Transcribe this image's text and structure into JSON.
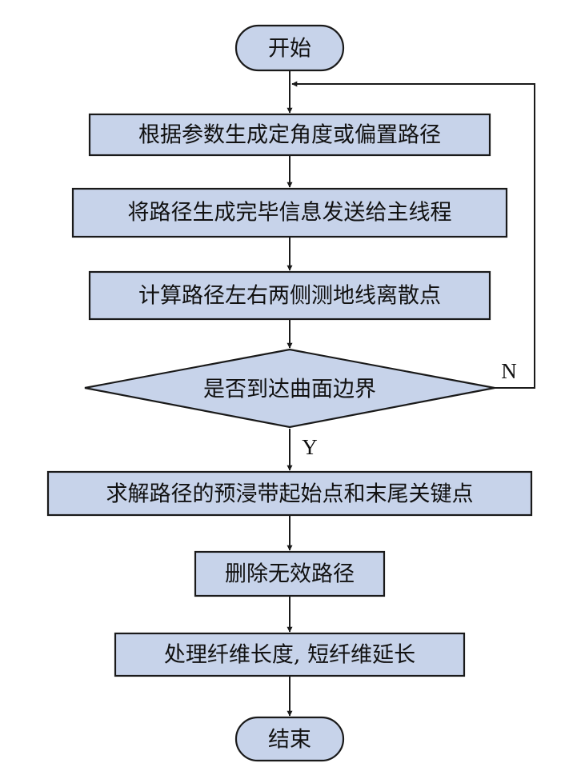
{
  "nodes": {
    "start": "开始",
    "step_generate_path": "根据参数生成定角度或偏置路径",
    "step_notify_main": "将路径生成完毕信息发送给主线程",
    "step_compute_points": "计算路径左右两侧测地线离散点",
    "decision_boundary": "是否到达曲面边界",
    "step_solve_keypoints": "求解路径的预浸带起始点和末尾关键点",
    "step_delete_invalid": "删除无效路径",
    "step_fiber_length": "处理纤维长度, 短纤维延长",
    "end": "结束"
  },
  "edges": {
    "no_label": "N",
    "yes_label": "Y"
  },
  "colors": {
    "node_fill": "#c7d3ea",
    "stroke": "#1a1a1a"
  }
}
